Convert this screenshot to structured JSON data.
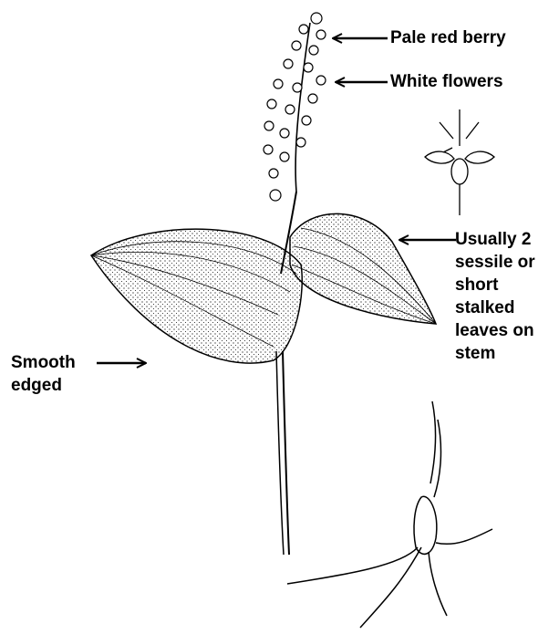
{
  "labels": {
    "berry": "Pale red berry",
    "flowers": "White flowers",
    "leaves": [
      "Usually 2",
      "sessile or",
      "short",
      "stalked",
      "leaves on",
      "stem"
    ],
    "edge": [
      "Smooth",
      "edged"
    ]
  },
  "colors": {
    "ink": "#000000",
    "paper": "#ffffff"
  }
}
